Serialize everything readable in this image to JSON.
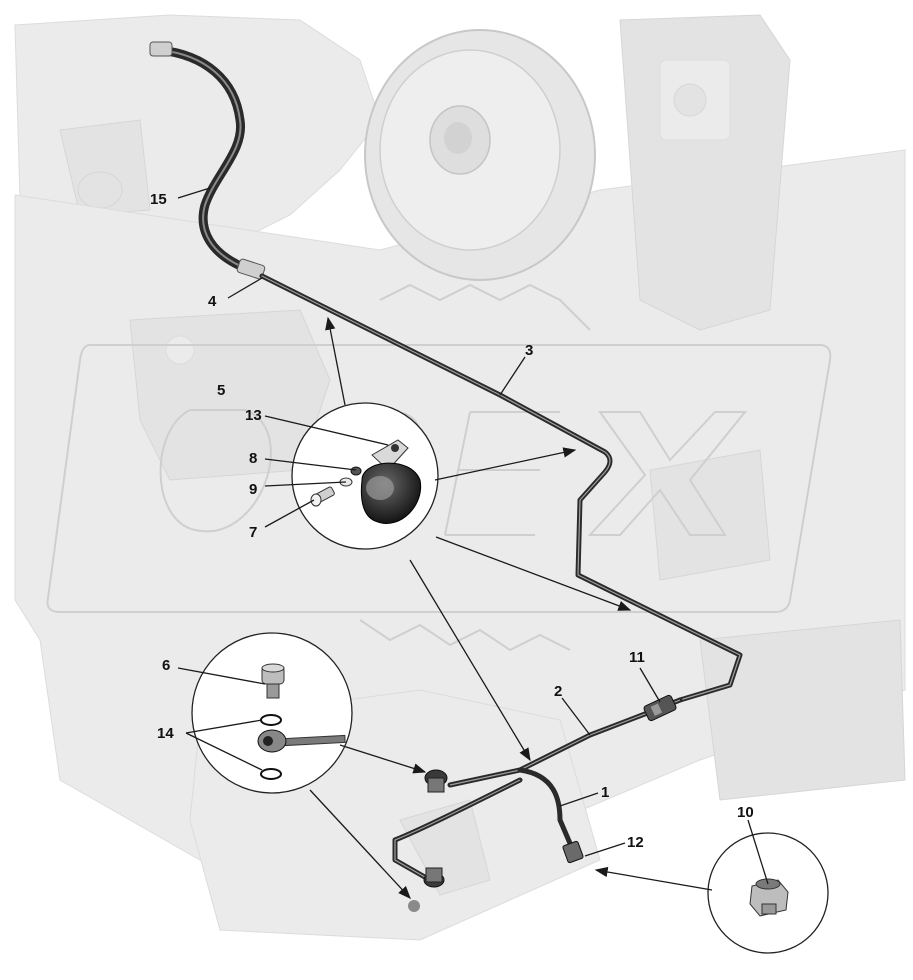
{
  "diagram": {
    "labels": {
      "l1": "1",
      "l2": "2",
      "l3": "3",
      "l4": "4",
      "l5": "5",
      "l6": "6",
      "l7": "7",
      "l8": "8",
      "l9": "9",
      "l10": "10",
      "l11": "11",
      "l12": "12",
      "l13": "13",
      "l14": "14",
      "l15": "15"
    },
    "watermark": "OPEX",
    "colors": {
      "background": "#ffffff",
      "ghost_parts": "#e8e8e8",
      "pipe": "#2a2a2a",
      "pipe_highlight": "#8a8a8a"
    }
  }
}
